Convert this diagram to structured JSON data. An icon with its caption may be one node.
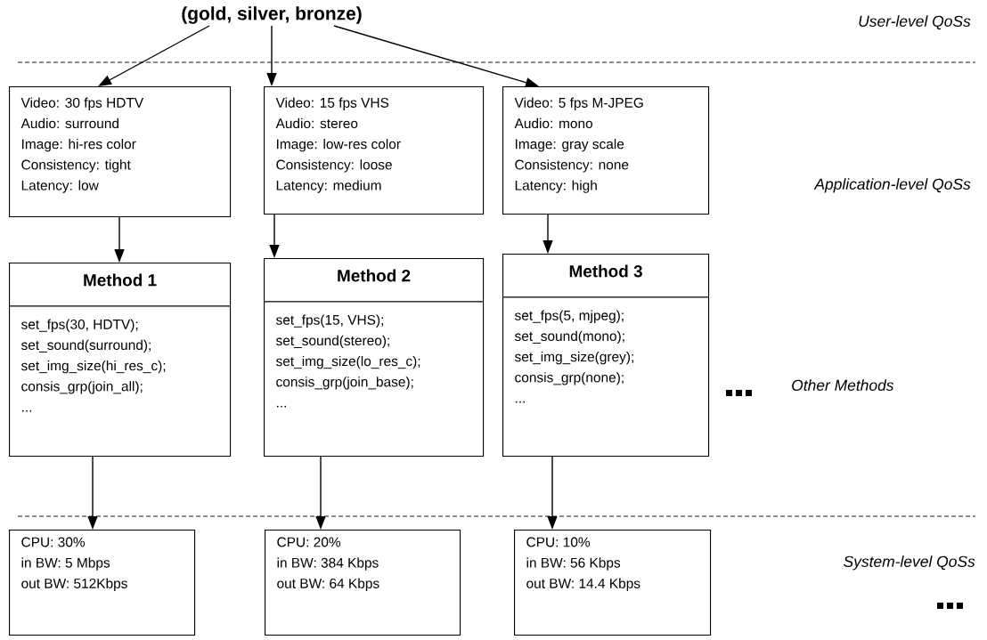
{
  "diagram": {
    "nodes": [
      {
        "text": [
          "(gold, silver, bronze)"
        ]
      },
      {
        "text": [
          "Video: 30 fps HDTV",
          "Audio: surround",
          "Image: hi-res color",
          "Consistency: tight",
          "Latency: low"
        ]
      },
      {
        "text": [
          "Video: 15 fps VHS",
          "Audio: stereo",
          "Image: low-res color",
          "Consistency: loose",
          "Latency: medium"
        ]
      },
      {
        "text": [
          "Video: 5 fps M-JPEG",
          "Audio: mono",
          "Image: gray scale",
          "Consistency: none",
          "Latency: high"
        ]
      },
      {
        "text": [
          "Method 1",
          "set_fps(30, HDTV);",
          "set_sound(surround);",
          "set_img_size(hi_res_c);",
          "consis_grp(join_all);",
          "..."
        ]
      },
      {
        "text": [
          "Method 2",
          "set_fps(15, VHS);",
          "set_sound(stereo);",
          "set_img_size(lo_res_c);",
          "consis_grp(join_base);",
          "..."
        ]
      },
      {
        "text": [
          "Method 3",
          "set_fps(5, mjpeg);",
          "set_sound(mono);",
          "set_img_size(grey);",
          "consis_grp(none);",
          "..."
        ]
      },
      {
        "text": [
          "CPU: 30%",
          "in BW: 5 Mbps",
          "out BW: 512Kbps"
        ]
      },
      {
        "text": [
          "CPU: 20%",
          "in BW: 384 Kbps",
          "out BW: 64 Kbps"
        ]
      },
      {
        "text": [
          "CPU: 10%",
          "in BW: 56 Kbps",
          "out BW: 14.4 Kbps"
        ]
      }
    ],
    "edges": [
      {
        "from": 0,
        "to": 1,
        "arrow": "to"
      },
      {
        "from": 0,
        "to": 2,
        "arrow": "to"
      },
      {
        "from": 0,
        "to": 3,
        "arrow": "to"
      },
      {
        "from": 1,
        "to": 4,
        "arrow": "to"
      },
      {
        "from": 2,
        "to": 5,
        "arrow": "to"
      },
      {
        "from": 3,
        "to": 6,
        "arrow": "to"
      },
      {
        "from": 4,
        "to": 7,
        "arrow": "to"
      },
      {
        "from": 5,
        "to": 8,
        "arrow": "to"
      },
      {
        "from": 6,
        "to": 9,
        "arrow": "to"
      }
    ],
    "labels": [
      "User-level QoSs",
      "Application-level QoSs",
      "Other Methods",
      "System-level QoSs"
    ]
  }
}
